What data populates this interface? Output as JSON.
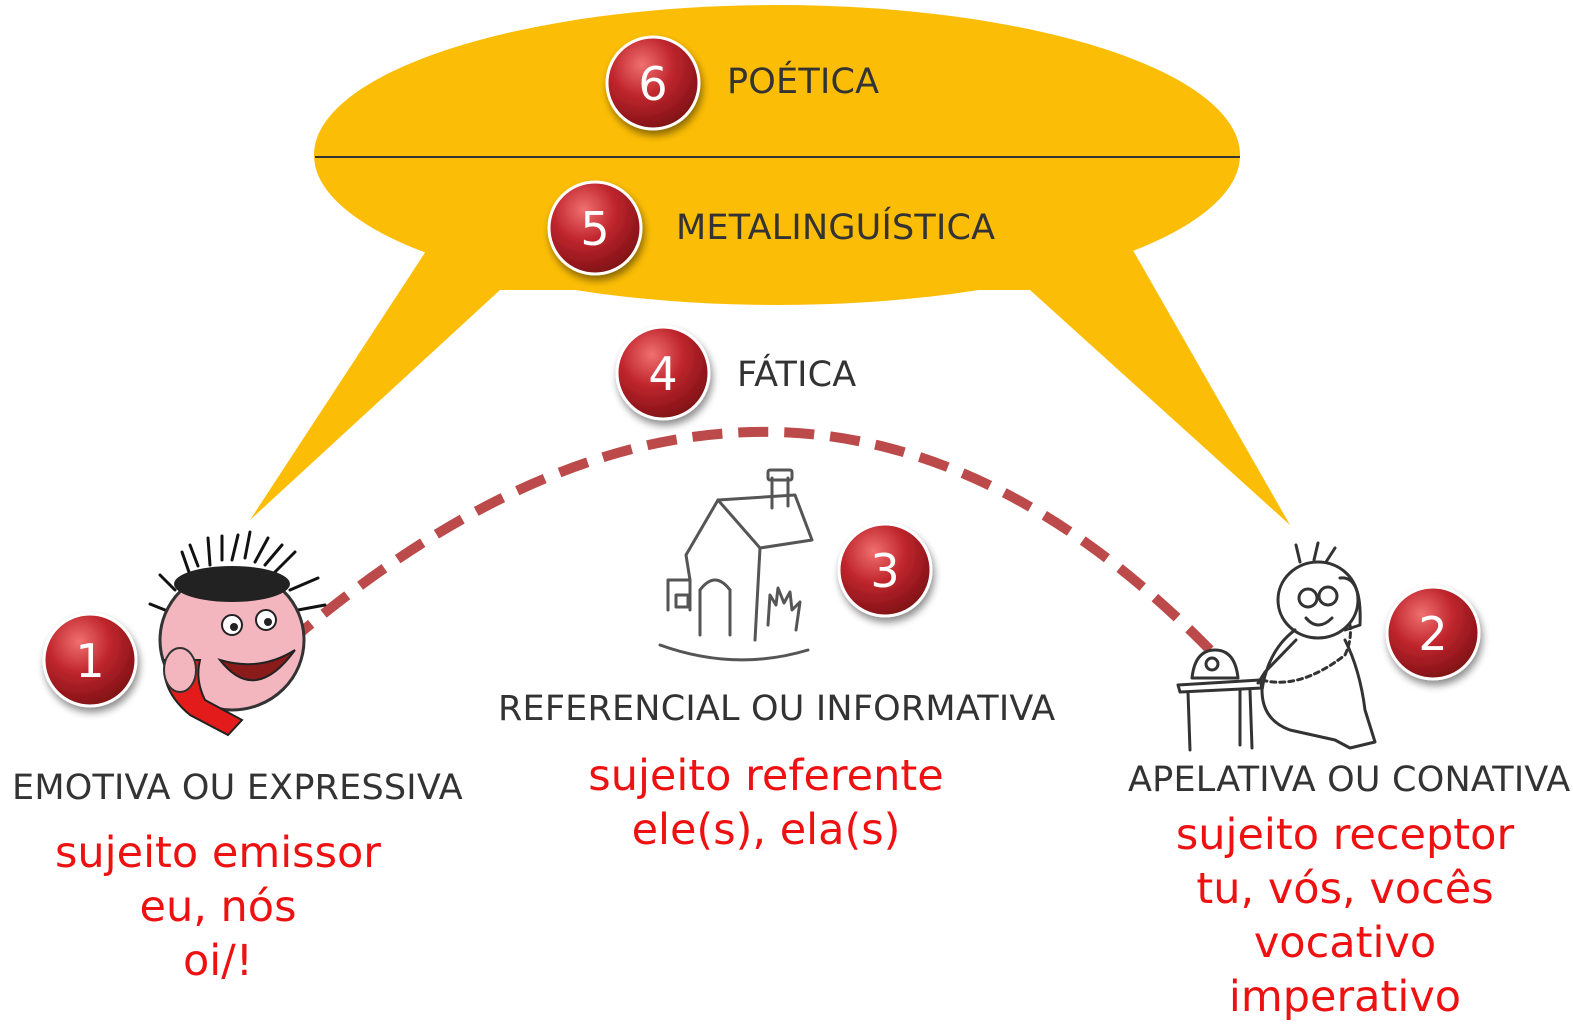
{
  "functions": {
    "poetica": {
      "number": "6",
      "label": "POÉTICA"
    },
    "metalinguistica": {
      "number": "5",
      "label": "METALINGUÍSTICA"
    },
    "fatica": {
      "number": "4",
      "label": "FÁTICA"
    },
    "referencial": {
      "number": "3",
      "label": "REFERENCIAL OU INFORMATIVA"
    },
    "apelativa": {
      "number": "2",
      "label": "APELATIVA OU CONATIVA"
    },
    "emotiva": {
      "number": "1",
      "label": "EMOTIVA OU EXPRESSIVA"
    }
  },
  "details": {
    "emotiva": [
      "sujeito emissor",
      "eu, nós",
      "oi/!"
    ],
    "referencial": [
      "sujeito referente",
      "ele(s), ela(s)"
    ],
    "apelativa": [
      "sujeito receptor",
      "tu, vós, vocês",
      "vocativo",
      "imperativo"
    ]
  },
  "colors": {
    "balloon": "#fbbd05",
    "circle": "#b8222a",
    "dashed_arc": "#bd4a4a",
    "detail_text": "#ee1111",
    "label_text": "#333333"
  },
  "icons": {
    "emitter": "cartoon-boy-on-phone-icon",
    "referent": "house-icon",
    "receiver": "cartoon-man-on-phone-icon"
  }
}
